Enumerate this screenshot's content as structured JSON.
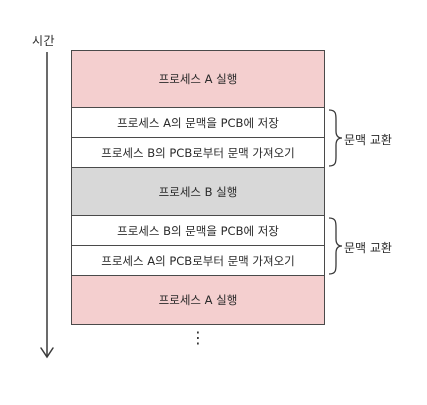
{
  "time_axis": {
    "label": "시간"
  },
  "blocks": [
    {
      "text": "프로세스 A 실행",
      "kind": "run-a"
    },
    {
      "text": "프로세스 A의 문맥을 PCB에 저장",
      "kind": "save"
    },
    {
      "text": "프로세스 B의 PCB로부터 문맥 가져오기",
      "kind": "load"
    },
    {
      "text": "프로세스 B 실행",
      "kind": "run-b"
    },
    {
      "text": "프로세스 B의 문맥을 PCB에 저장",
      "kind": "save"
    },
    {
      "text": "프로세스 A의 PCB로부터 문맥 가져오기",
      "kind": "load"
    },
    {
      "text": "프로세스 A 실행",
      "kind": "run-a"
    }
  ],
  "braces": [
    {
      "label": "문맥 교환"
    },
    {
      "label": "문맥 교환"
    }
  ],
  "continuation": "⋮",
  "colors": {
    "process_a": "#f4cfcf",
    "process_b": "#d8d8d8",
    "context_switch": "#ffffff",
    "line": "#4a4a4a"
  }
}
